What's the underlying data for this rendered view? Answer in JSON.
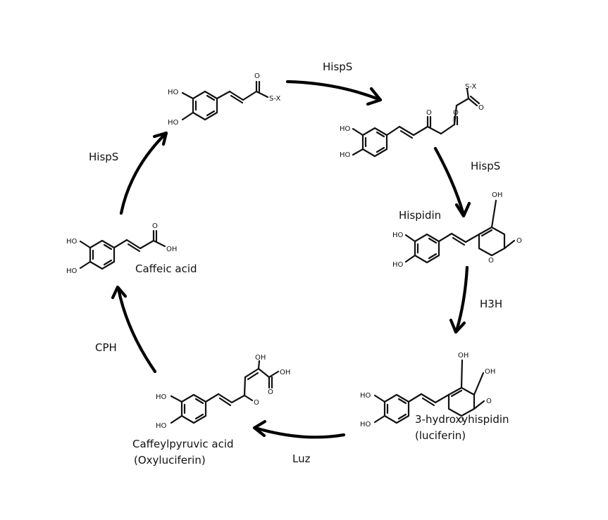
{
  "atoms": {
    "ho": "HO",
    "oh": "OH",
    "o": "O",
    "s_x": "S-X"
  },
  "enzymes": {
    "top": "HispS",
    "right": "HispS",
    "left": "HispS",
    "h3h": "H3H",
    "luz": "Luz",
    "cph": "CPH"
  },
  "compounds": {
    "caffeic_acid": "Caffeic acid",
    "hispidin": "Hispidin",
    "hydroxyhispidin_line1": "3-hydroxyhispidin",
    "hydroxyhispidin_line2": "(luciferin)",
    "caffeylpyruvic_line1": "Caffeylpyruvic acid",
    "caffeylpyruvic_line2": "(Oxyluciferin)"
  }
}
